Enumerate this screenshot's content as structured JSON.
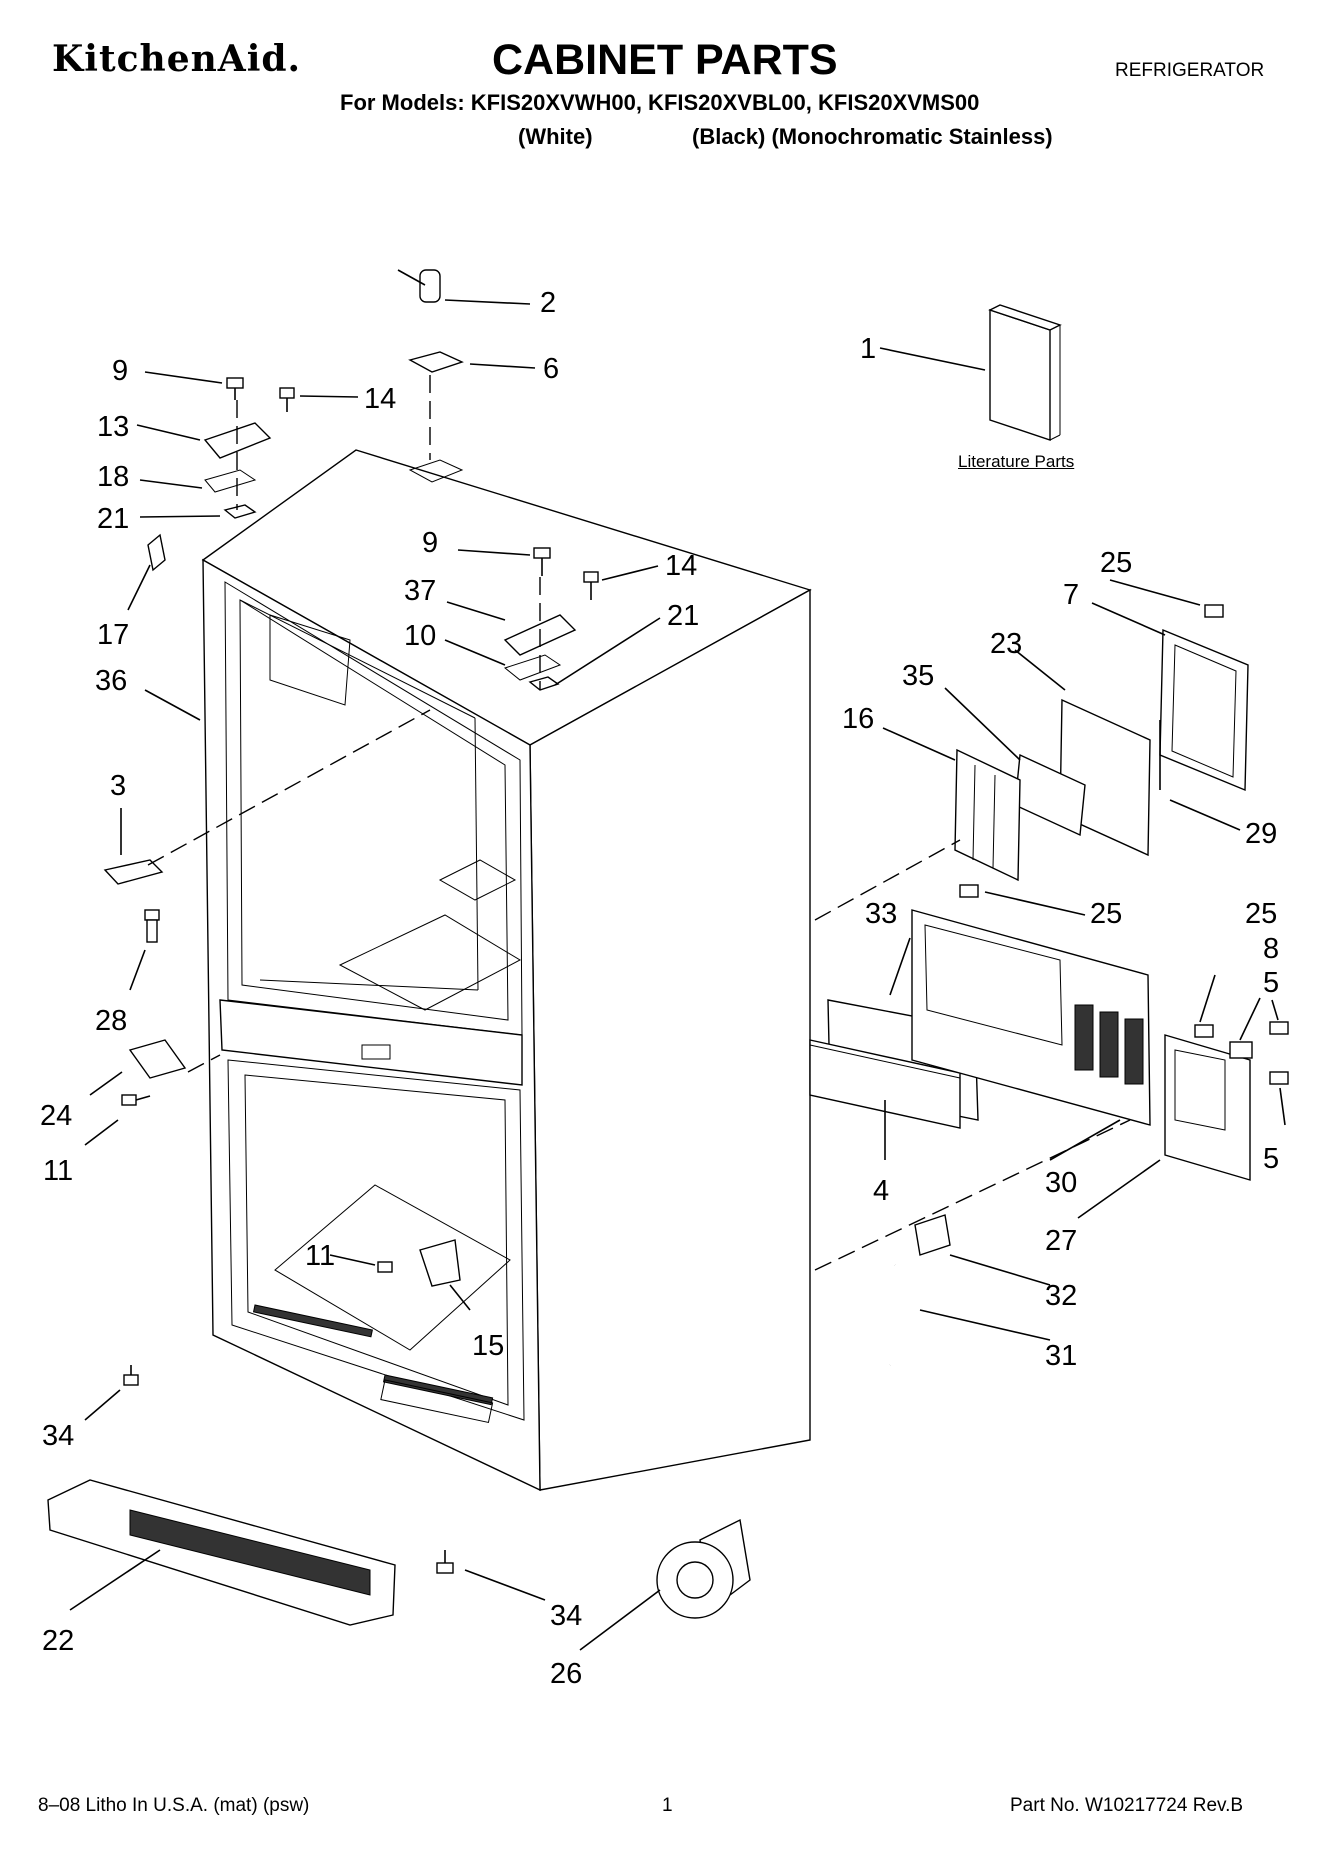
{
  "header": {
    "brand": "KitchenAid.",
    "title": "CABINET PARTS",
    "category": "REFRIGERATOR",
    "models_line": "For Models: KFIS20XVWH00, KFIS20XVBL00, KFIS20XVMS00",
    "variant_white": "(White)",
    "variant_black_stainless": "(Black) (Monochromatic Stainless)"
  },
  "diagram": {
    "literature_label": "Literature Parts",
    "callouts": [
      "1",
      "2",
      "3",
      "4",
      "5",
      "5",
      "6",
      "7",
      "8",
      "9",
      "9",
      "10",
      "11",
      "11",
      "13",
      "14",
      "14",
      "15",
      "16",
      "17",
      "18",
      "21",
      "21",
      "22",
      "23",
      "24",
      "25",
      "25",
      "25",
      "26",
      "27",
      "28",
      "29",
      "30",
      "31",
      "32",
      "33",
      "34",
      "34",
      "35",
      "36",
      "37"
    ]
  },
  "footer": {
    "litho": "8–08 Litho In U.S.A. (mat) (psw)",
    "page_number": "1",
    "part_number": "Part No. W10217724 Rev.B"
  }
}
